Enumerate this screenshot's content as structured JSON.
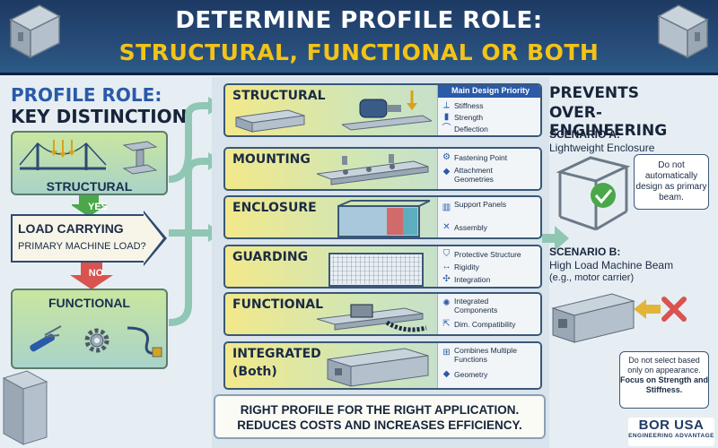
{
  "header": {
    "title_line1": "DETERMINE PROFILE ROLE:",
    "title_line2": "STRUCTURAL, FUNCTIONAL OR BOTH"
  },
  "left": {
    "title_line1": "PROFILE ROLE:",
    "title_line2": "KEY DISTINCTION",
    "structural_label": "STRUCTURAL",
    "yes_label": "YES",
    "decision_line1": "LOAD CARRYING",
    "decision_line2": "PRIMARY MACHINE LOAD?",
    "no_label": "NO",
    "functional_label": "FUNCTIONAL"
  },
  "center": {
    "priority_header": "Main Design Priority",
    "roles": [
      {
        "name": "STRUCTURAL",
        "name2": "",
        "attrs": [
          {
            "icon": "stiffness-icon",
            "text": "Stiffness"
          },
          {
            "icon": "strength-icon",
            "text": "Strength"
          },
          {
            "icon": "deflection-icon",
            "text": "Deflection"
          }
        ]
      },
      {
        "name": "MOUNTING",
        "name2": "",
        "attrs": [
          {
            "icon": "bolt-icon",
            "text": "Fastening Point"
          },
          {
            "icon": "geometry-icon",
            "text": "Attachment Geometries"
          }
        ]
      },
      {
        "name": "ENCLOSURE",
        "name2": "",
        "attrs": [
          {
            "icon": "panel-icon",
            "text": "Support Panels"
          },
          {
            "icon": "tools-icon",
            "text": "Assembly"
          }
        ]
      },
      {
        "name": "GUARDING",
        "name2": "",
        "attrs": [
          {
            "icon": "shield-icon",
            "text": "Protective Structure"
          },
          {
            "icon": "rigidity-icon",
            "text": "Rigidity"
          },
          {
            "icon": "integration-icon",
            "text": "Integration"
          }
        ]
      },
      {
        "name": "FUNCTIONAL",
        "name2": "",
        "attrs": [
          {
            "icon": "components-icon",
            "text": "Integrated Components"
          },
          {
            "icon": "dimension-icon",
            "text": "Dim. Compatibility"
          }
        ]
      },
      {
        "name": "INTEGRATED",
        "name2": "(Both)",
        "attrs": [
          {
            "icon": "combine-icon",
            "text": "Combines Multiple Functions"
          },
          {
            "icon": "geometry-icon",
            "text": "Geometry"
          }
        ]
      }
    ],
    "bottom_line1": "RIGHT PROFILE FOR THE RIGHT APPLICATION.",
    "bottom_line2": "REDUCES COSTS AND INCREASES EFFICIENCY."
  },
  "right": {
    "title_line1": "PREVENTS",
    "title_line2": "OVER-ENGINEERING",
    "scenario_a_head": "SCENARIO A:",
    "scenario_a_text": "Lightweight Enclosure",
    "callout_a": "Do not automatically design as primary beam.",
    "scenario_b_head": "SCENARIO B:",
    "scenario_b_line1": "High Load Machine Beam",
    "scenario_b_line2": "(e.g., motor carrier)",
    "callout_b_line1": "Do not select based only on appearance.",
    "callout_b_line2": "Focus on Strength and Stiffness."
  },
  "brand": {
    "name": "BOR USA",
    "tagline": "ENGINEERING ADVANTAGE"
  },
  "colors": {
    "header_bg": "#1d3a63",
    "title_accent": "#f2c318",
    "yes_green": "#4aa84a",
    "no_red": "#d9534f",
    "role_border": "#3a5778",
    "brand_blue": "#1f3b66"
  }
}
